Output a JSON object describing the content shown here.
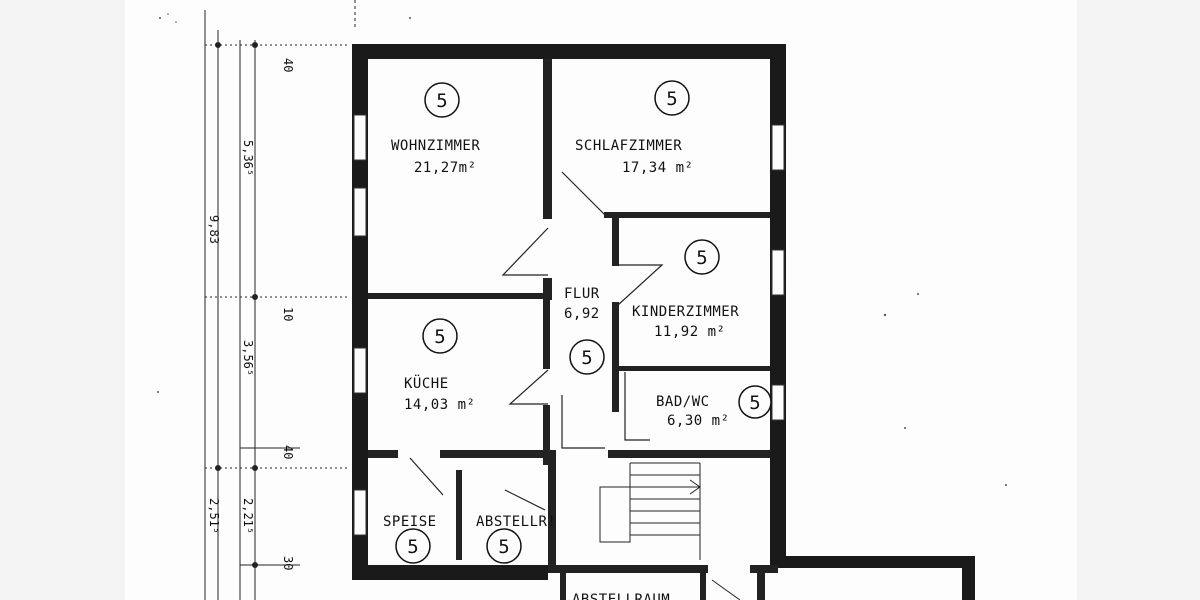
{
  "rooms": {
    "wohnzimmer": {
      "name": "WOHNZIMMER",
      "area": "21,27m²",
      "mark": "5"
    },
    "schlafzimmer": {
      "name": "SCHLAFZIMMER",
      "area": "17,34 m²",
      "mark": "5"
    },
    "kinderzimmer": {
      "name": "KINDERZIMMER",
      "area": "11,92 m²",
      "mark": "5"
    },
    "flur": {
      "name": "FLUR",
      "area": "6,92",
      "mark": "5"
    },
    "kueche": {
      "name": "KÜCHE",
      "area": "14,03 m²",
      "mark": "5"
    },
    "bad": {
      "name": "BAD/WC",
      "area": "6,30 m²",
      "mark": "5"
    },
    "speise": {
      "name": "SPEISE",
      "mark": "5"
    },
    "abstell": {
      "name": "ABSTELLR!",
      "mark": "5"
    },
    "abstellraum": {
      "name": "ABSTELLRAUM"
    }
  },
  "dimensions": {
    "outer_total": "9,83",
    "top_wall": "40",
    "upper_span": "5,36⁵",
    "mid_wall": "10",
    "lower_span": "3,56⁵",
    "lower_wall": "40",
    "bottom_span": "2,21⁵",
    "outer_bottom": "2,51⁵",
    "bottom_wall": "30"
  }
}
